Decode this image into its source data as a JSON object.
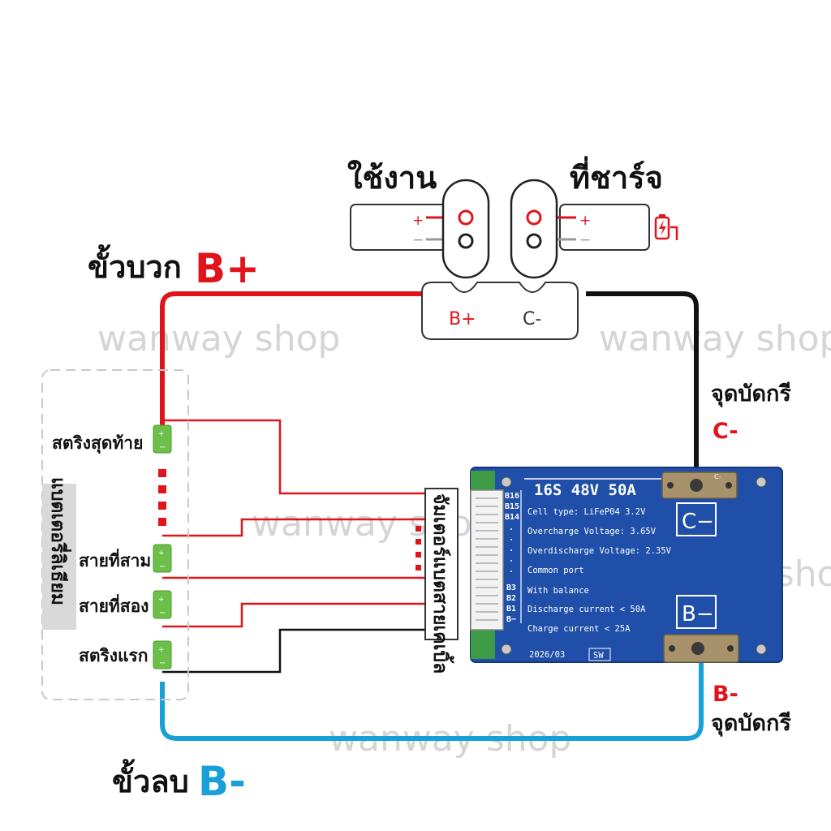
{
  "labels": {
    "use": "ใช้งาน",
    "charger": "ที่ชาร์จ",
    "pos_terminal_text": "ขั้วบวก",
    "pos_terminal_sign": "B+",
    "neg_terminal_text": "ขั้วลบ",
    "neg_terminal_sign": "B-",
    "c_point_text": "จุดบัดกรี",
    "c_point_sign": "C-",
    "b_point_text": "จุดบัดกรี",
    "b_point_sign": "B-",
    "connector_bplus": "B+",
    "connector_cminus": "C-",
    "battery_pack": "แบตเตอรี่ลิเธียม",
    "balance_cable": "จัมเตอร์แบตสายเคเบิ้ล"
  },
  "cells": {
    "last": "สตริงสุดท้าย",
    "third": "สายที่สาม",
    "second": "สายที่สอง",
    "first": "สตริงแรก"
  },
  "device_signs": {
    "plus": "+",
    "minus": "−"
  },
  "board": {
    "title": "16S  48V  50A",
    "specs": [
      "Cell type: LiFeP04 3.2V",
      "Overcharge Voltage: 3.65V",
      "Overdischarge Voltage: 2.35V",
      "Common port",
      "With balance",
      "Discharge current < 50A",
      "Charge current < 25A"
    ],
    "pins_top": [
      "B16",
      "B15",
      "B14"
    ],
    "pins_bottom": [
      "B3",
      "B2",
      "B1",
      "B−"
    ],
    "terminal_c": "C−",
    "terminal_b": "B−",
    "pad_label": "C-",
    "date": "2026/03",
    "code": "SW"
  },
  "watermark": "wanway shop",
  "colors": {
    "red_wire": "#e0141b",
    "black_wire": "#111111",
    "blue_wire": "#1aa0d8",
    "board_blue": "#1f4fa8",
    "cell_green": "#6cc04a"
  }
}
